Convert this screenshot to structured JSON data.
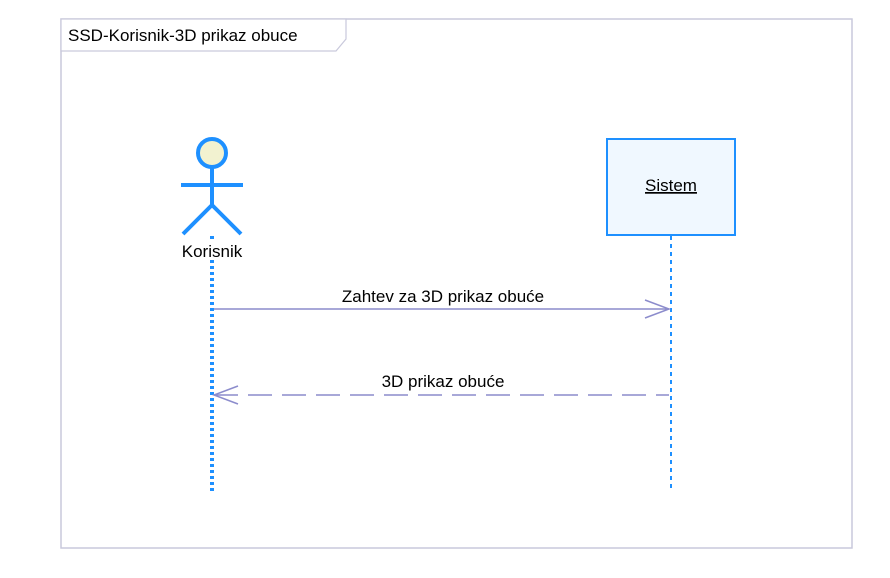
{
  "diagram": {
    "frame_title": "SSD-Korisnik-3D prikaz obuce",
    "actor": {
      "label": "Korisnik"
    },
    "object": {
      "label": "Sistem"
    },
    "messages": [
      {
        "label": "Zahtev za 3D prikaz obuće",
        "direction": "actor-to-object",
        "style": "solid"
      },
      {
        "label": "3D prikaz obuće",
        "direction": "object-to-actor",
        "style": "dashed"
      }
    ]
  },
  "colors": {
    "frame": "#c9c9dc",
    "lifeline_blue": "#1e90ff",
    "actor_head_fill": "#f2f2d0",
    "object_fill": "#f0f8ff",
    "message_line": "#8c8ccc"
  }
}
